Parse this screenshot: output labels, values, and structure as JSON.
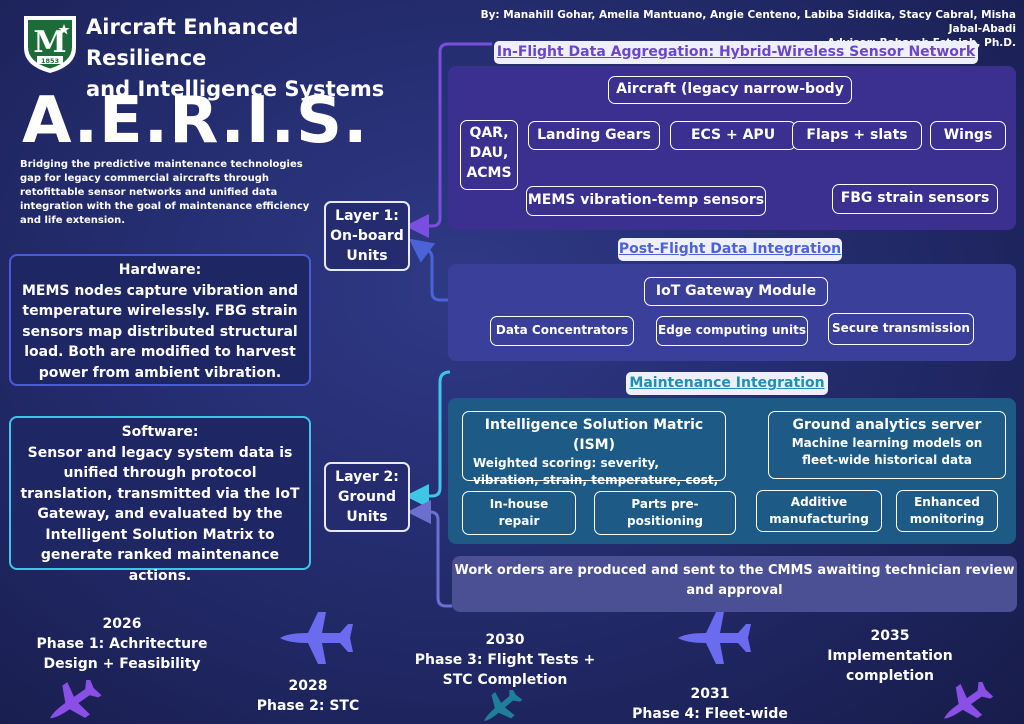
{
  "header": {
    "title_line1": "Aircraft Enhanced Resilience",
    "title_line2": "and Intelligence Systems",
    "authors": "By: Manahill Gohar, Amelia Mantuano, Angie Centeno, Labiba Siddika, Stacy Cabral, Misha Jabal-Abadi",
    "advisor": "Advisor:  Bahareh Estejab, Ph.D.",
    "logo_year": "1853"
  },
  "acronym": "A.E.R.I.S.",
  "tagline": "Bridging the predictive maintenance technologies gap for legacy commercial aircrafts through retofittable sensor networks and unified data integration with the goal of maintenance efficiency and life extension.",
  "hardware": {
    "title": "Hardware:",
    "body": "MEMS nodes capture vibration and temperature wirelessly. FBG strain sensors map distributed structural load. Both are modified to harvest power from ambient vibration."
  },
  "software": {
    "title": "Software:",
    "body": "Sensor and legacy system data is unified through protocol translation, transmitted via the IoT Gateway, and evaluated by the Intelligent Solution Matrix to generate ranked maintenance actions."
  },
  "layers": {
    "layer1": "Layer 1: On-board Units",
    "layer2": "Layer 2: Ground Units"
  },
  "inflight": {
    "header": "In-Flight Data Aggregation: Hybrid-Wireless Sensor Network",
    "aircraft": "Aircraft (legacy narrow-body",
    "legacy_systems": "QAR, DAU, ACMS",
    "components": [
      "Landing Gears",
      "ECS + APU",
      "Flaps + slats",
      "Wings"
    ],
    "mems": "MEMS vibration-temp sensors",
    "fbg": "FBG strain sensors"
  },
  "postflight": {
    "header": "Post-Flight Data Integration",
    "gateway": "IoT Gateway Module",
    "items": [
      "Data Concentrators",
      "Edge computing units",
      "Secure transmission"
    ]
  },
  "maintenance": {
    "header": "Maintenance Integration",
    "ism_title": "Intelligence Solution Matric (ISM)",
    "ism_body": "Weighted scoring: severity, vibration, strain, temperature, cost, availability",
    "server_title": "Ground analytics server",
    "server_body": "Machine learning models on fleet-wide historical data",
    "actions": [
      "In-house repair",
      "Parts pre-positioning",
      "Additive manufacturing",
      "Enhanced monitoring"
    ],
    "work_orders": "Work orders are produced and sent to the CMMS awaiting technician review and approval"
  },
  "timeline": [
    {
      "year": "2026",
      "label": "Phase 1: Achritecture Design + Feasibility"
    },
    {
      "year": "2028",
      "label": "Phase 2: STC"
    },
    {
      "year": "2030",
      "label": "Phase 3: Flight Tests + STC Completion"
    },
    {
      "year": "2031",
      "label": "Phase 4: Fleet-wide"
    },
    {
      "year": "2035",
      "label": "Implementation completion"
    }
  ],
  "colors": {
    "background": "#242c6e",
    "inflight_panel": "#3b2f8f",
    "postflight_panel": "#3a3f9a",
    "maintenance_panel": "#1d5b86",
    "accent_purple": "#7a4fe0",
    "accent_blue": "#4b63d6",
    "accent_teal": "#3ec6e6",
    "logo_green": "#1e6b3a"
  },
  "icons": [
    "shield-logo-icon",
    "airplane-icon"
  ]
}
